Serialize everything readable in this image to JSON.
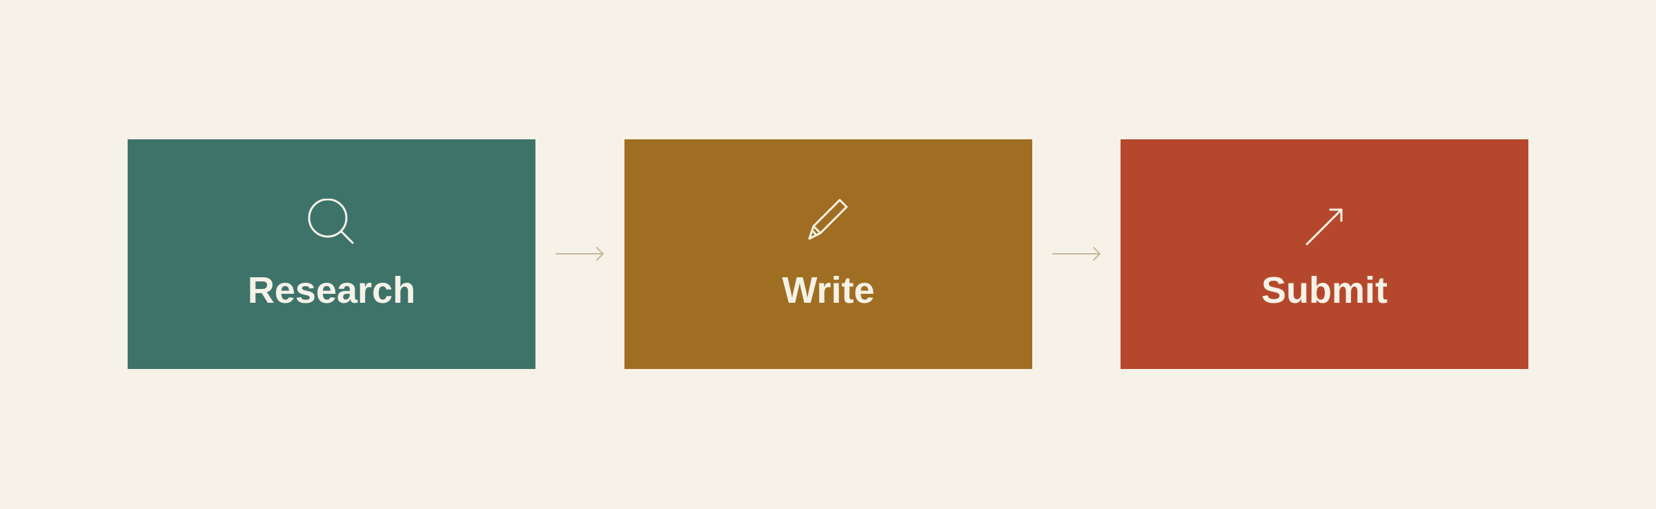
{
  "colors": {
    "background": "#f6f2e8",
    "text": "#f6f2e8",
    "arrow": "#c8b79c"
  },
  "steps": [
    {
      "label": "Research",
      "icon": "search-icon",
      "color": "#3e736a"
    },
    {
      "label": "Write",
      "icon": "pencil-icon",
      "color": "#a06e22"
    },
    {
      "label": "Submit",
      "icon": "arrow-up-right-icon",
      "color": "#b5482c"
    }
  ],
  "connectors": [
    {
      "icon": "arrow-right-icon"
    },
    {
      "icon": "arrow-right-icon"
    }
  ]
}
